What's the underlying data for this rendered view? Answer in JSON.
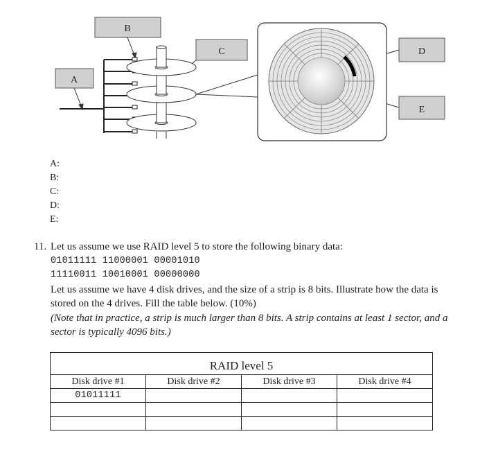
{
  "diagram": {
    "labels": [
      "A",
      "B",
      "C",
      "D",
      "E"
    ]
  },
  "answers": [
    "A:",
    "B:",
    "C:",
    "D:",
    "E:"
  ],
  "question": {
    "number": "11.",
    "line1": "Let us assume we use RAID level 5 to store the following binary data:",
    "data_line1": "01011111 11000001 00001010",
    "data_line2": "11110011 10010001 00000000",
    "line2": "Let us assume we have 4 disk drives, and the size of a strip is 8 bits. Illustrate how the data is stored on the 4 drives. Fill the table below. (10%)",
    "note": "(Note that in practice, a strip is much larger than 8 bits. A strip contains at least 1 sector, and a sector is typically 4096 bits.)"
  },
  "table": {
    "title": "RAID level 5",
    "headers": [
      "Disk drive #1",
      "Disk drive #2",
      "Disk drive #3",
      "Disk drive #4"
    ],
    "rows": [
      [
        "01011111",
        "",
        "",
        ""
      ],
      [
        "",
        "",
        "",
        ""
      ],
      [
        "",
        "",
        "",
        ""
      ]
    ]
  }
}
